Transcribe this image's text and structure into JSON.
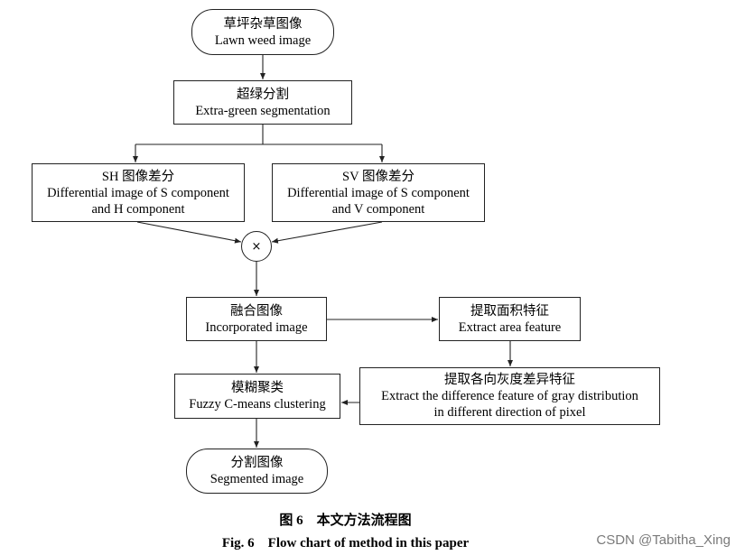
{
  "nodes": {
    "input": {
      "zh": "草坪杂草图像",
      "en": "Lawn weed image"
    },
    "exg": {
      "zh": "超绿分割",
      "en": "Extra-green segmentation"
    },
    "sh": {
      "zh": "SH 图像差分",
      "en1": "Differential image of S component",
      "en2": "and H component"
    },
    "sv": {
      "zh": "SV 图像差分",
      "en1": "Differential image of S component",
      "en2": "and V component"
    },
    "multiply": {
      "symbol": "×"
    },
    "fusion": {
      "zh": "融合图像",
      "en": "Incorporated image"
    },
    "area": {
      "zh": "提取面积特征",
      "en": "Extract area feature"
    },
    "gray": {
      "zh": "提取各向灰度差异特征",
      "en1": "Extract the difference feature of gray distribution",
      "en2": "in different direction of pixel"
    },
    "fcm": {
      "zh": "模糊聚类",
      "en": "Fuzzy C-means clustering"
    },
    "output": {
      "zh": "分割图像",
      "en": "Segmented image"
    }
  },
  "caption": {
    "zh": "图 6    本文方法流程图",
    "en": "Fig. 6    Flow chart of method in this paper"
  },
  "watermark": "CSDN @Tabitha_Xing"
}
